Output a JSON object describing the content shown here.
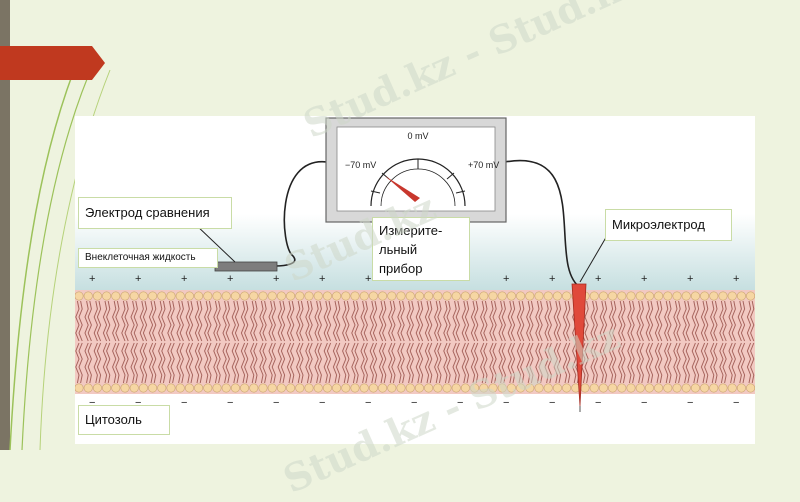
{
  "labels": {
    "reference_electrode": "Электрод сравнения",
    "extracellular_fluid": "Внеклеточная жидкость",
    "meter": "Измерите-\nльный\nприбор",
    "microelectrode": "Микроэлектрод",
    "cytosol": "Цитозоль"
  },
  "meter_scale": {
    "left": "−70 mV",
    "center": "0 mV",
    "right": "+70 mV"
  },
  "charges": {
    "outside": "+",
    "inside": "−"
  },
  "watermark": "Stud.kz",
  "colors": {
    "accent_tab": "#c0391f",
    "needle": "#c8372d",
    "microelectrode": "#e0493b",
    "lipid_head": "#f6d6a3",
    "membrane_fill": "#f2c9c2",
    "tail": "#a6645d",
    "fluid": "#cfe4e3"
  }
}
